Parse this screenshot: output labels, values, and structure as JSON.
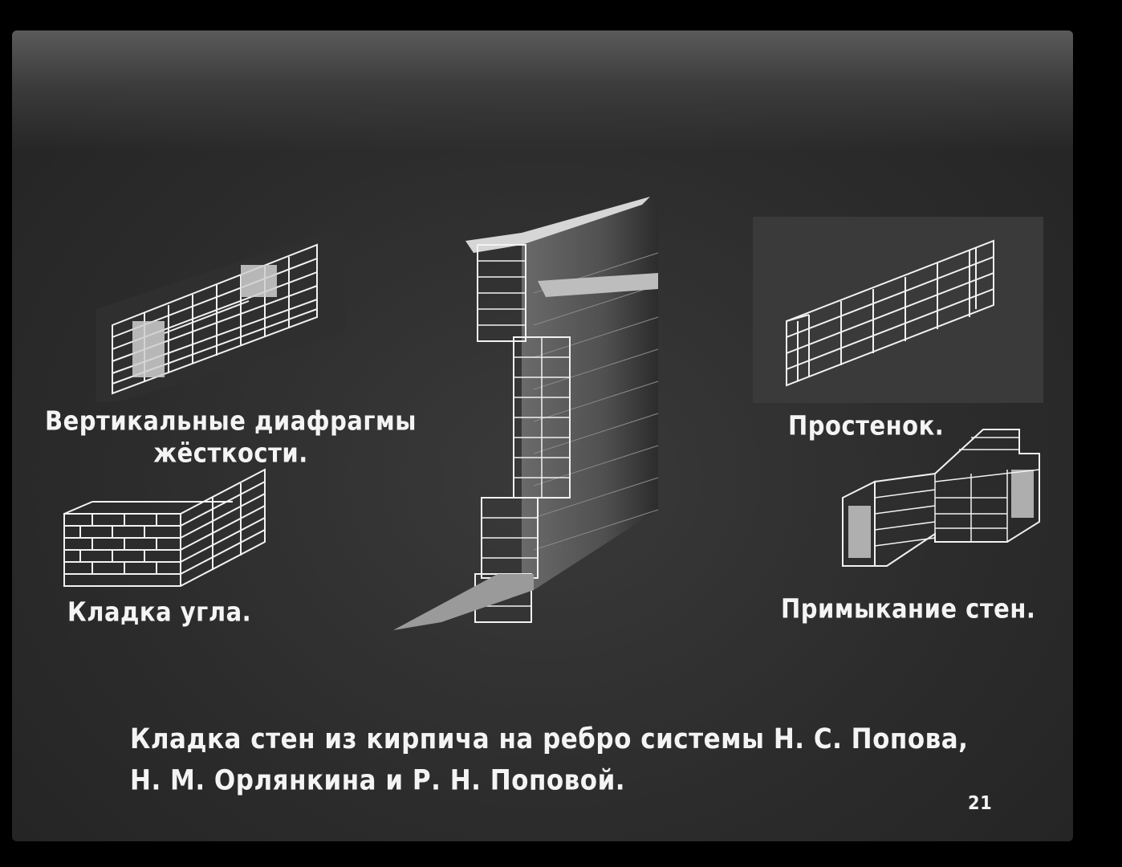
{
  "labels": {
    "diaphragm_line1": "Вертикальные диафрагмы",
    "diaphragm_line2": "жёсткости.",
    "corner": "Кладка угла.",
    "pier": "Простенок.",
    "junction": "Примыкание стен.",
    "caption_line1": "Кладка стен из кирпича на ребро системы Н. С. Попова,",
    "caption_line2": "Н. М. Орлянкина и Р. Н. Поповой.",
    "page_number": "21"
  }
}
